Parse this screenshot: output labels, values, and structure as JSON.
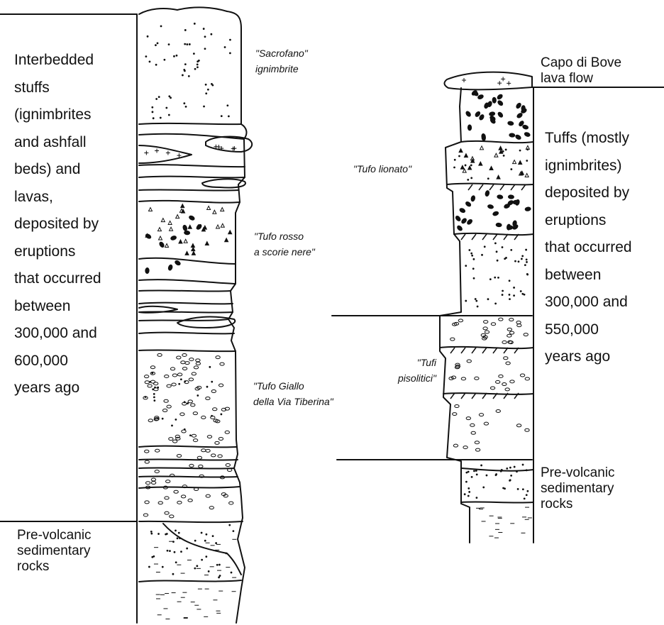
{
  "left_column": {
    "top_description": [
      "Interbedded",
      "stuffs",
      "(ignimbrites",
      "and ashfall",
      "beds) and",
      "lavas,",
      "deposited by",
      "eruptions",
      "that occurred",
      "between",
      "300,000 and",
      "600,000",
      "years ago"
    ],
    "bottom_description": [
      "Pre-volcanic",
      "sedimentary",
      "rocks"
    ],
    "unit_labels": {
      "sacrofano": [
        "\"Sacrofano\"",
        "ignimbrite"
      ],
      "tufo_rosso": [
        "\"Tufo rosso",
        "a scorie nere\""
      ],
      "tufo_giallo": [
        "\"Tufo Giallo",
        "della Via Tiberina\""
      ]
    }
  },
  "right_column": {
    "top_label": [
      "Capo di Bove",
      "lava flow"
    ],
    "middle_description": [
      "Tuffs (mostly",
      "ignimbrites)",
      "deposited by",
      "eruptions",
      "that occurred",
      "between",
      "300,000 and",
      "550,000",
      "years ago"
    ],
    "bottom_description": [
      "Pre-volcanic",
      "sedimentary",
      "rocks"
    ],
    "unit_labels": {
      "tufo_lionato": [
        "\"Tufo lionato\""
      ],
      "tufi_pisolitici": [
        "\"Tufi",
        "pisolitici\""
      ]
    }
  },
  "colors": {
    "ink": "#111111",
    "background": "#ffffff"
  }
}
